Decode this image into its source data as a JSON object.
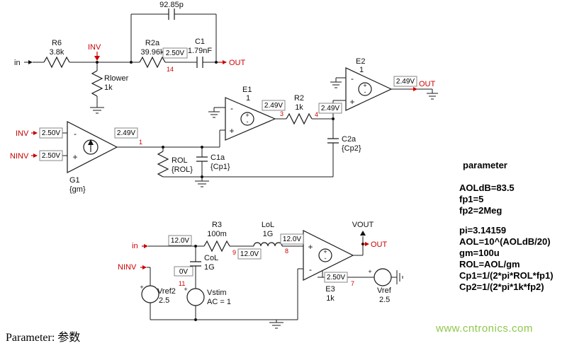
{
  "nets": {
    "in_top": "in",
    "inv_top": "INV",
    "out_top": "OUT",
    "inv_mid": "INV",
    "ninv_mid": "NINV",
    "out_mid": "OUT",
    "in_bottom": "in",
    "ninv_bottom": "NINV",
    "vout": "VOUT",
    "out_bottom": "OUT"
  },
  "voltage_probes": {
    "node14": "2.50V",
    "inv": "2.50V",
    "ninv": "2.50V",
    "node1": "2.49V",
    "e1_out": "2.49V",
    "node4": "2.49V",
    "e2_out": "2.49V",
    "in_bottom": "12.0V",
    "node9": "12.0V",
    "node8": "12.0V",
    "node11": "0V",
    "node7": "2.50V"
  },
  "node_numbers": {
    "n14": "14",
    "n1": "1",
    "n3": "3",
    "n4": "4",
    "n9": "9",
    "n8": "8",
    "n11": "11",
    "n7": "7"
  },
  "components": {
    "r6": {
      "name": "R6",
      "value": "3.8k"
    },
    "rlower": {
      "name": "Rlower",
      "value": "1k"
    },
    "r2a": {
      "name": "R2a",
      "value": "39.96k"
    },
    "c1": {
      "name": "C1",
      "value": "1.79nF"
    },
    "cfb": {
      "value": "92.85p"
    },
    "g1": {
      "name": "G1",
      "value": "{gm}"
    },
    "rol": {
      "name": "ROL",
      "value": "{ROL}"
    },
    "c1a": {
      "name": "C1a",
      "value": "{Cp1}"
    },
    "c2a": {
      "name": "C2a",
      "value": "{Cp2}"
    },
    "e1": {
      "name": "E1",
      "value": "1"
    },
    "e2": {
      "name": "E2",
      "value": "1"
    },
    "e3": {
      "name": "E3",
      "value": "1k"
    },
    "r2": {
      "name": "R2",
      "value": "1k"
    },
    "r3": {
      "name": "R3",
      "value": "100m"
    },
    "lol": {
      "name": "LoL",
      "value": "1G"
    },
    "col": {
      "name": "CoL",
      "value": "1G"
    },
    "vref2": {
      "name": "Vref2",
      "value": "2.5"
    },
    "vstim": {
      "name": "Vstim",
      "value": "AC = 1"
    },
    "vref": {
      "name": "Vref",
      "value": "2.5"
    }
  },
  "signs": {
    "plus": "+",
    "minus": "-"
  },
  "parameters": {
    "title": "parameter",
    "group1": [
      "AOLdB=83.5",
      "fp1=5",
      "fp2=2Meg"
    ],
    "group2": [
      "pi=3.14159",
      "AOL=10^(AOLdB/20)",
      "gm=100u",
      "ROL=AOL/gm",
      "Cp1=1/(2*pi*ROL*fp1)",
      "Cp2=1/(2*pi*1k*fp2)"
    ]
  },
  "footer": {
    "caption": "Parameter: 参数",
    "watermark": "www.cntronics.com"
  },
  "colors": {
    "net_label": "#cc0000",
    "wire": "#1a1a1a",
    "watermark": "#8fc74a"
  }
}
